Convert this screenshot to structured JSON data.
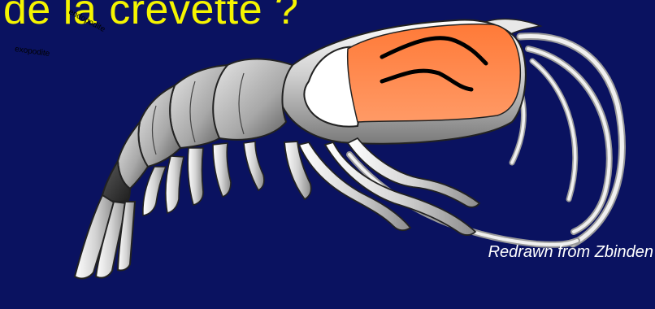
{
  "slide": {
    "title": "de la crevette ?",
    "credit": "Redrawn from Zbinden",
    "labels": {
      "endopodite": "endopodite",
      "exopodite": "exopodite"
    }
  },
  "colors": {
    "background": "#0a1260",
    "title": "#f5f500",
    "gill_chamber": "#ff7d3f",
    "gill_chamber_light": "#ff9a66",
    "body_light": "#e8e8e8",
    "body_dark": "#6a6a6a",
    "tail_dark": "#303030"
  }
}
